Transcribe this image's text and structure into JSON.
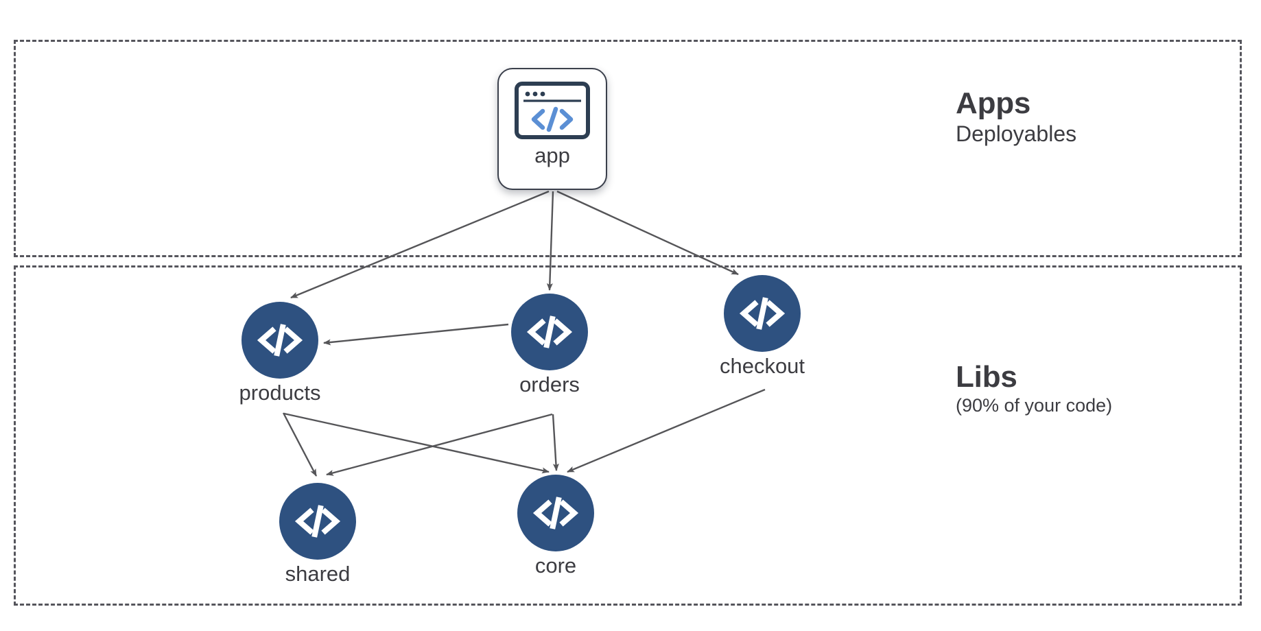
{
  "diagram": {
    "title": "Nx workspace apps and libs dependency graph",
    "background": "#ffffff",
    "node_color": "#2e5180",
    "edge_color": "#555558",
    "zone_border_color": "#55555c",
    "text_color": "#3c3c41",
    "icon_accent_color": "#5b8fd4"
  },
  "zones": [
    {
      "id": "apps",
      "title": "Apps",
      "subtitle": "Deployables",
      "subtitle_size": "large"
    },
    {
      "id": "libs",
      "title": "Libs",
      "subtitle": "(90% of your code)",
      "subtitle_size": "small"
    }
  ],
  "nodes": [
    {
      "id": "app",
      "label": "app",
      "type": "app-card",
      "icon": "browser-code-icon"
    },
    {
      "id": "products",
      "label": "products",
      "type": "lib-circle",
      "icon": "code-brackets-icon"
    },
    {
      "id": "orders",
      "label": "orders",
      "type": "lib-circle",
      "icon": "code-brackets-icon"
    },
    {
      "id": "checkout",
      "label": "checkout",
      "type": "lib-circle",
      "icon": "code-brackets-icon"
    },
    {
      "id": "shared",
      "label": "shared",
      "type": "lib-circle",
      "icon": "code-brackets-icon"
    },
    {
      "id": "core",
      "label": "core",
      "type": "lib-circle",
      "icon": "code-brackets-icon"
    }
  ],
  "edges": [
    {
      "from": "app",
      "to": "products"
    },
    {
      "from": "app",
      "to": "orders"
    },
    {
      "from": "app",
      "to": "checkout"
    },
    {
      "from": "orders",
      "to": "products"
    },
    {
      "from": "products",
      "to": "shared"
    },
    {
      "from": "products",
      "to": "core"
    },
    {
      "from": "orders",
      "to": "shared"
    },
    {
      "from": "orders",
      "to": "core"
    },
    {
      "from": "checkout",
      "to": "core"
    }
  ]
}
